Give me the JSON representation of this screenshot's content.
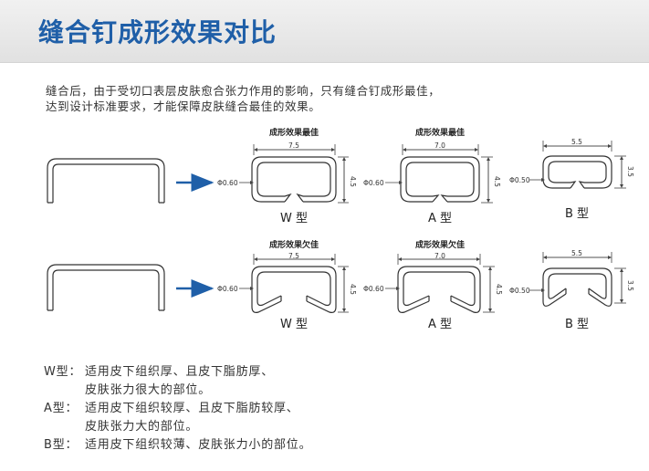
{
  "header": {
    "title": "缝合钉成形效果对比"
  },
  "intro": {
    "line1": "缝合后，由于受切口表层皮肤愈合张力作用的影响，只有缝合钉成形最佳，",
    "line2": "达到设计标准要求，才能保障皮肤缝合最佳的效果。"
  },
  "rows": [
    {
      "items": [
        {
          "caption": "成形效果最佳",
          "width_dim": "7.5",
          "height_dim": "4.5",
          "wire": "Φ0.60",
          "type": "W 型"
        },
        {
          "caption": "成形效果最佳",
          "width_dim": "7.0",
          "height_dim": "4.5",
          "wire": "Φ0.60",
          "type": "A 型"
        },
        {
          "caption": "",
          "width_dim": "5.5",
          "height_dim": "3.5",
          "wire": "Φ0.50",
          "type": "B 型"
        }
      ]
    },
    {
      "items": [
        {
          "caption": "成形效果欠佳",
          "width_dim": "7.5",
          "height_dim": "4.5",
          "wire": "Φ0.60",
          "type": "W 型"
        },
        {
          "caption": "成形效果欠佳",
          "width_dim": "7.0",
          "height_dim": "4.5",
          "wire": "Φ0.60",
          "type": "A 型"
        },
        {
          "caption": "",
          "width_dim": "5.5",
          "height_dim": "3.5",
          "wire": "Φ0.50",
          "type": "B 型"
        }
      ]
    }
  ],
  "notes": [
    {
      "key": "W型：",
      "line1": "适用皮下组织厚、且皮下脂肪厚、",
      "line2": "皮肤张力很大的部位。"
    },
    {
      "key": "A型：",
      "line1": "适用皮下组织较厚、且皮下脂肪较厚、",
      "line2": "皮肤张力大的部位。"
    },
    {
      "key": "B型：",
      "line1": "适用皮下组织较薄、皮肤张力小的部位。",
      "line2": ""
    }
  ],
  "colors": {
    "title": "#1f5fa8",
    "arrow": "#1f5fa8",
    "line": "#333333"
  },
  "icons": {
    "arrow": "right-arrow-icon"
  }
}
